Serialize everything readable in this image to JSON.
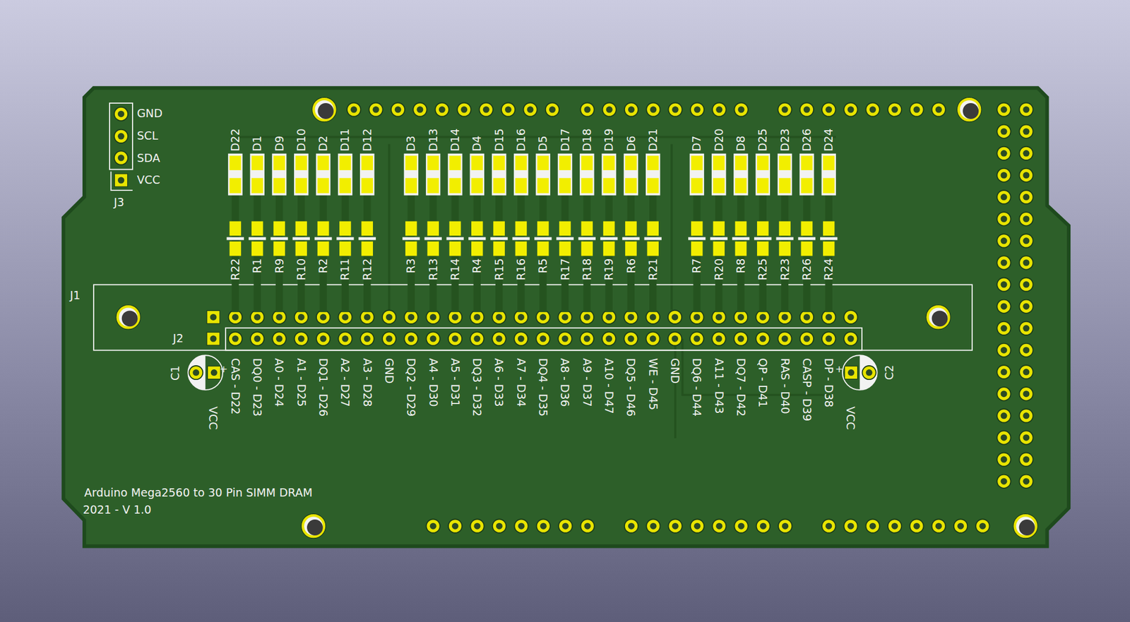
{
  "diagram": {
    "labels": [
      "GND",
      "SCL",
      "SDA",
      "VCC",
      "J3",
      "D22",
      "D1",
      "D9",
      "D10",
      "D2",
      "D11",
      "D12",
      "D3",
      "D13",
      "D14",
      "D4",
      "D15",
      "D16",
      "D5",
      "D17",
      "D18",
      "D19",
      "D6",
      "D21",
      "D7",
      "D20",
      "D8",
      "D25",
      "D23",
      "D26",
      "D24",
      "R22",
      "R1",
      "R9",
      "R10",
      "R2",
      "R11",
      "R12",
      "R3",
      "R13",
      "R14",
      "R4",
      "R15",
      "R16",
      "R5",
      "R17",
      "R18",
      "R19",
      "R6",
      "R21",
      "R7",
      "R20",
      "R8",
      "R25",
      "R23",
      "R26",
      "R24",
      "J1",
      "J2",
      "C1",
      "C2",
      "+",
      "+",
      "VCC",
      "CAS - D22",
      "DQ0 - D23",
      "A0 - D24",
      "A1 - D25",
      "DQ1 - D26",
      "A2 - D27",
      "A3 - D28",
      "GND",
      "DQ2 - D29",
      "A4 - D30",
      "A5 - D31",
      "DQ3 - D32",
      "A6 - D33",
      "A7 - D34",
      "DQ4 - D35",
      "A8 - D36",
      "A9 - D37",
      "A10 - D47",
      "DQ5 - D46",
      "WE - D45",
      "GND",
      "DQ6 - D44",
      "A11 - D43",
      "DQ7 - D42",
      "QP - D41",
      "RAS - D40",
      "CASP - D39",
      "DP - D38",
      "VCC",
      "Arduino Mega2560 to 30 Pin SIMM DRAM",
      "2021 - V 1.0"
    ]
  }
}
